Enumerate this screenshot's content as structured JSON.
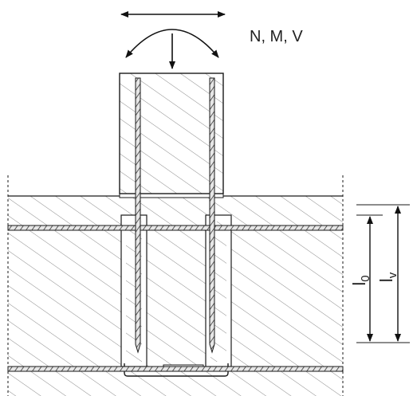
{
  "labels": {
    "loads": "N, M, V",
    "l0_main": "l",
    "l0_sub": "0",
    "lv_main": "l",
    "lv_sub": "v"
  },
  "colors": {
    "line": "#1a1a1a",
    "hatch": "#8a8a8a",
    "background": "#ffffff",
    "rebar_light": "#e6e6e6",
    "rebar_dark": "#333333"
  }
}
